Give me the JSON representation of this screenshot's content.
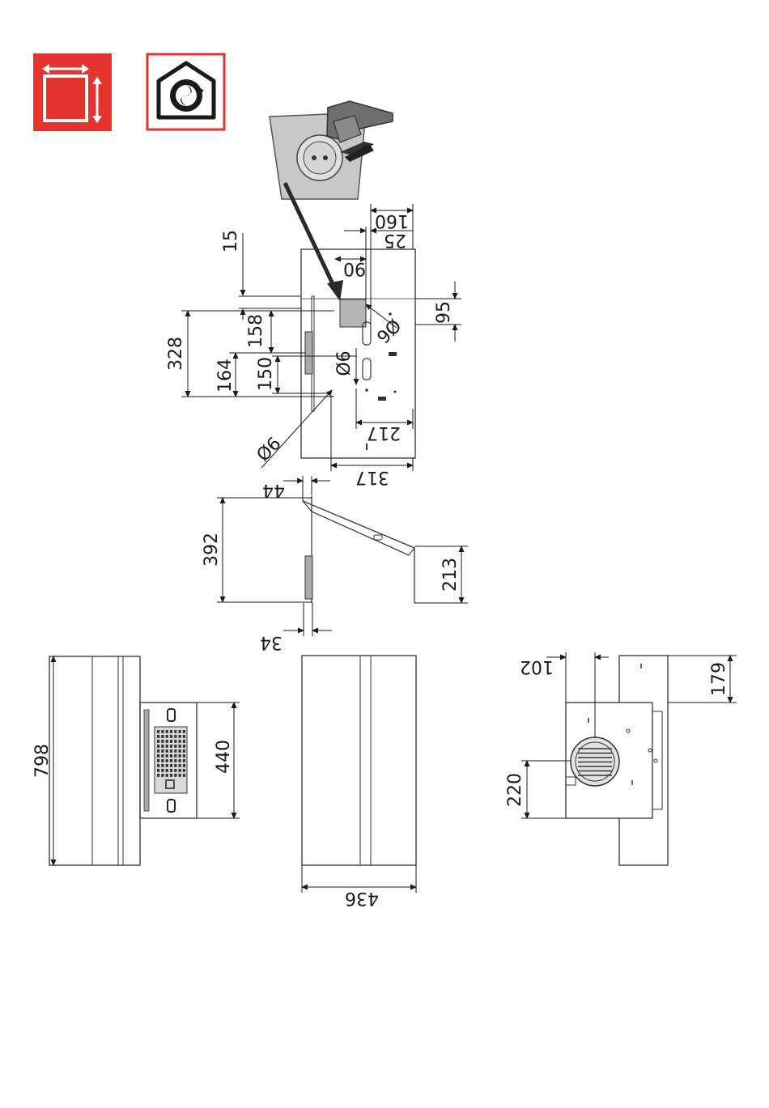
{
  "icons": {
    "dimensions_icon": "dimensions-icon",
    "recirculation_icon": "recirculation-house-icon",
    "socket_icon": "power-socket-plug-icon",
    "accent_color": "#e53330"
  },
  "dimensions": {
    "d160": "160",
    "d25": "25",
    "d15": "15",
    "d90": "90",
    "d95": "95",
    "d328": "328",
    "d158": "158",
    "d164": "164",
    "d150": "150",
    "dia6_a": "Ø6",
    "dia6_b": "Ø6",
    "dia6_c": "Ø6",
    "d217": "217",
    "d317": "317",
    "d44": "44",
    "d392": "392",
    "d213": "213",
    "d34": "34",
    "d798": "798",
    "d440": "440",
    "d436": "436",
    "d102": "102",
    "d179": "179",
    "d220": "220"
  }
}
